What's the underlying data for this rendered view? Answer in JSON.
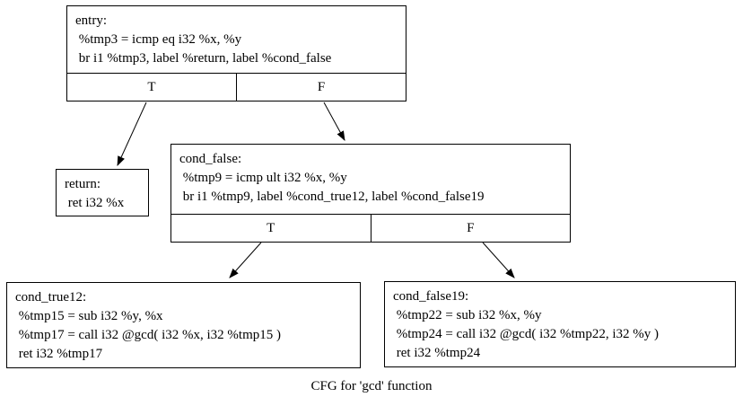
{
  "caption": "CFG for 'gcd' function",
  "nodes": {
    "entry": {
      "lines": [
        "entry:",
        " %tmp3 = icmp eq i32 %x, %y",
        " br i1 %tmp3, label %return, label %cond_false"
      ],
      "ports": [
        "T",
        "F"
      ]
    },
    "return": {
      "lines": [
        "return:",
        " ret i32 %x"
      ]
    },
    "cond_false": {
      "lines": [
        "cond_false:",
        " %tmp9 = icmp ult i32 %x, %y",
        " br i1 %tmp9, label %cond_true12, label %cond_false19"
      ],
      "ports": [
        "T",
        "F"
      ]
    },
    "cond_true12": {
      "lines": [
        "cond_true12:",
        " %tmp15 = sub i32 %y, %x",
        " %tmp17 = call i32 @gcd( i32 %x, i32 %tmp15 )",
        " ret i32 %tmp17"
      ]
    },
    "cond_false19": {
      "lines": [
        "cond_false19:",
        " %tmp22 = sub i32 %x, %y",
        " %tmp24 = call i32 @gcd( i32 %tmp22, i32 %y )",
        " ret i32 %tmp24"
      ]
    }
  },
  "edges": [
    {
      "from": "entry:T",
      "to": "return"
    },
    {
      "from": "entry:F",
      "to": "cond_false"
    },
    {
      "from": "cond_false:T",
      "to": "cond_true12"
    },
    {
      "from": "cond_false:F",
      "to": "cond_false19"
    }
  ],
  "colors": {
    "background": "#ffffff",
    "stroke": "#000000",
    "text": "#000000"
  }
}
